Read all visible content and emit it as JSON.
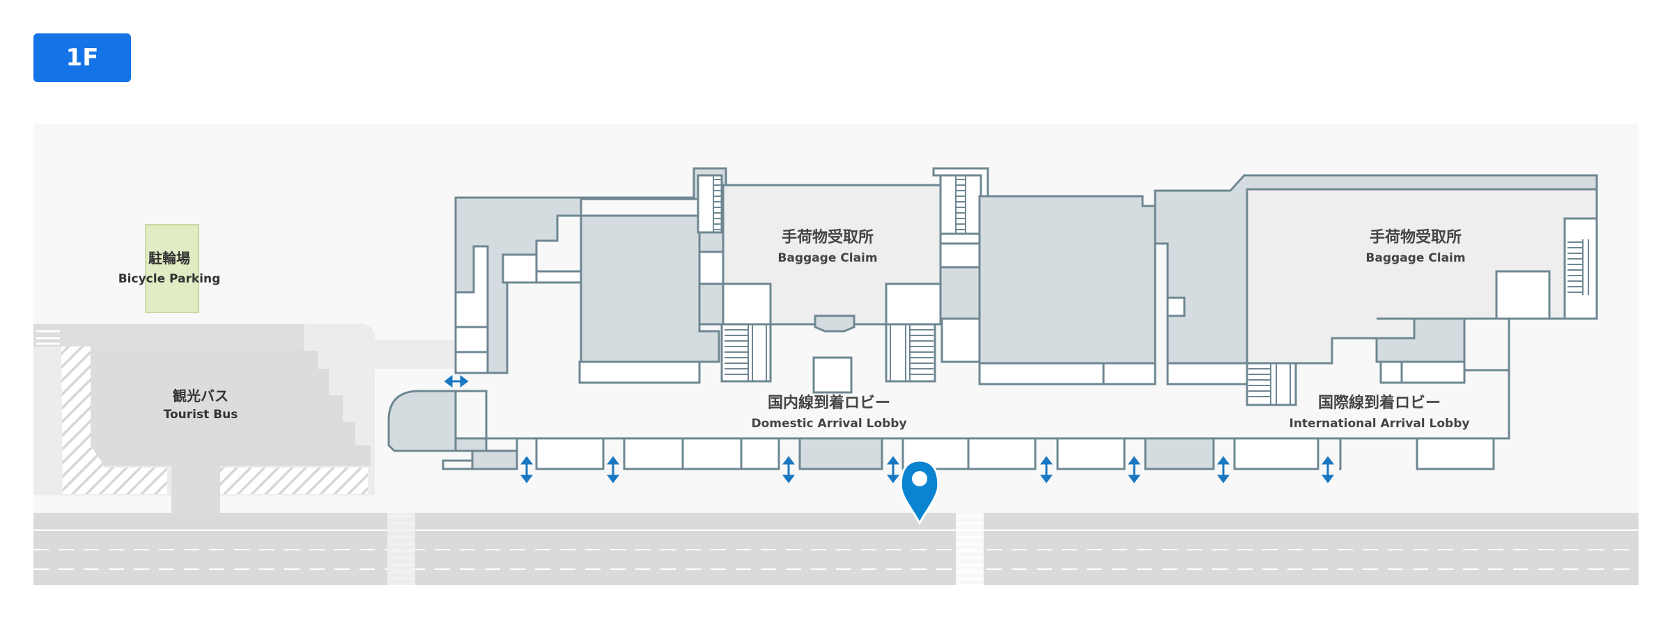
{
  "floor": {
    "label": "1F"
  },
  "areas": {
    "bicycle_parking": {
      "ja": "駐輪場",
      "en": "Bicycle Parking"
    },
    "tourist_bus": {
      "ja": "観光バス",
      "en": "Tourist Bus"
    },
    "baggage_claim_domestic": {
      "ja": "手荷物受取所",
      "en": "Baggage Claim"
    },
    "baggage_claim_international": {
      "ja": "手荷物受取所",
      "en": "Baggage Claim"
    },
    "domestic_arrival": {
      "ja": "国内線到着ロビー",
      "en": "Domestic Arrival Lobby"
    },
    "international_arrival": {
      "ja": "国際線到着ロビー",
      "en": "International Arrival Lobby"
    }
  },
  "colors": {
    "badge": "#1473e6",
    "wall": "#6e8792",
    "building_fill": "#d5dcdf",
    "bicycle_fill": "#e1ecc5",
    "pin": "#0a84d0",
    "door_arrow": "#1a78c2"
  },
  "icons": {
    "marker": "location-pin-icon",
    "entrance": "double-arrow-icon"
  }
}
